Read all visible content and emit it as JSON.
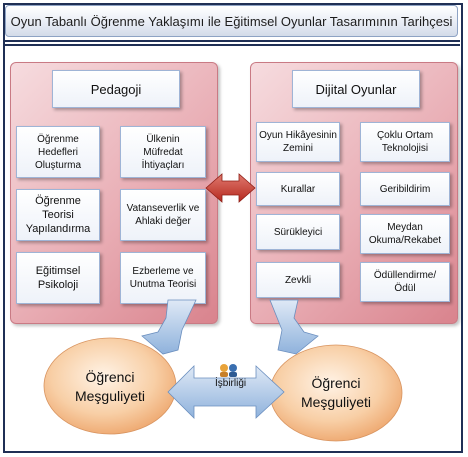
{
  "title": "Oyun Tabanlı Öğrenme Yaklaşımı ile Eğitimsel Oyunlar Tasarımının Tarihçesi",
  "pedagogy": {
    "header": "Pedagoji",
    "items": [
      "Öğrenme\nHedefleri\nOluşturma",
      "Ülkenin\nMüfredat\nİhtiyaçları",
      "Öğrenme\nTeorisi\nYapılandırma",
      "Vatanseverlik ve\nAhlaki değer",
      "Eğitimsel\nPsikoloji",
      "Ezberleme ve\nUnutma Teorisi"
    ]
  },
  "digital_games": {
    "header": "Dijital Oyunlar",
    "items": [
      "Oyun Hikâyesinin\nZemini",
      "Çoklu Ortam\nTeknolojisi",
      "Kurallar",
      "Geribildirim",
      "Sürükleyici",
      "Meydan\nOkuma/Rekabet",
      "Zevkli",
      "Ödüllendirme/\nÖdül"
    ]
  },
  "engagement_left": "Öğrenci\nMeşguliyeti",
  "engagement_right": "Öğrenci\nMeşguliyeti",
  "collaboration": "İşbirliği",
  "colors": {
    "panel": "#e9aeb5",
    "ellipse": "#f3b98a",
    "arrow": "#8fb2dc",
    "red_arrow": "#c0392b"
  }
}
